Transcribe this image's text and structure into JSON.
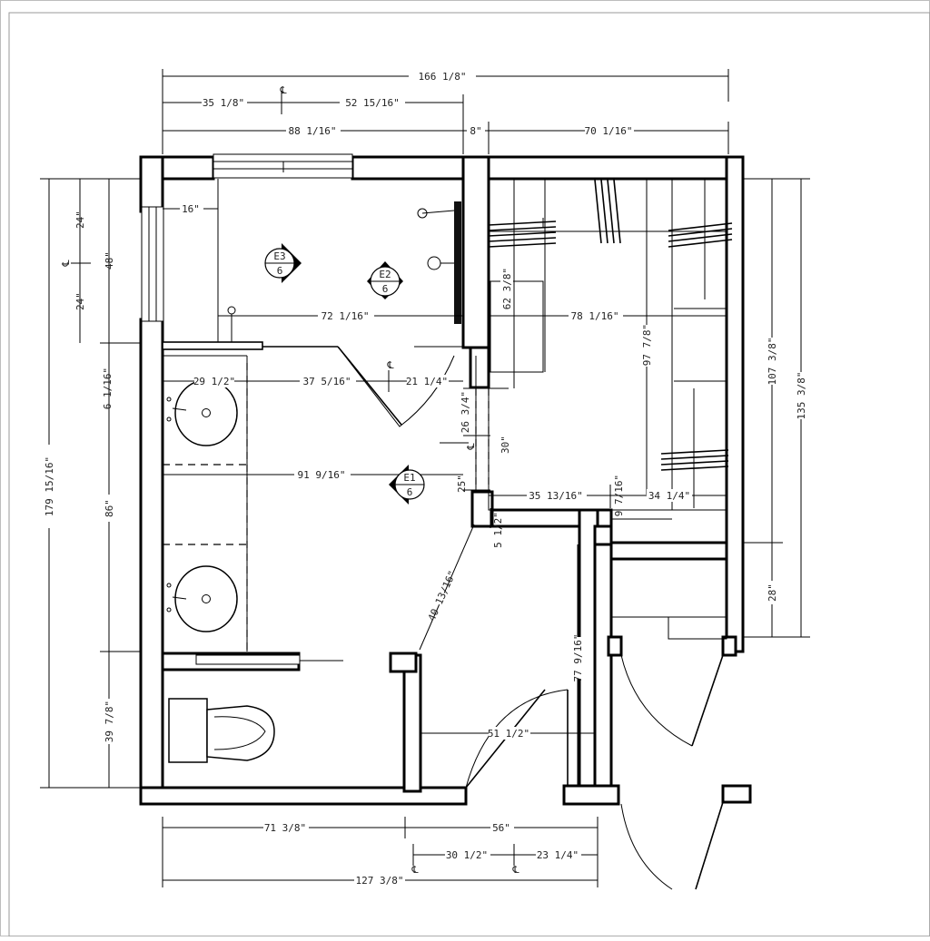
{
  "drawing": {
    "type": "bathroom and closet floor plan",
    "centerline_symbol": "℄",
    "elevation_markers": [
      {
        "id": "E3",
        "sheet": "6"
      },
      {
        "id": "E2",
        "sheet": "6"
      },
      {
        "id": "E1",
        "sheet": "6"
      }
    ],
    "dimensions": {
      "top_overall": "166 1/8\"",
      "top_left_a": "35 1/8\"",
      "top_left_b": "52 15/16\"",
      "top_row2_a": "88 1/16\"",
      "top_row2_b": "8\"",
      "top_row2_c": "70 1/16\"",
      "window_offset": "16\"",
      "left_24_top": "24\"",
      "left_48": "48\"",
      "left_24_bottom": "24\"",
      "left_overall": "179 15/16\"",
      "left_6": "6 1/16\"",
      "left_86": "86\"",
      "left_39": "39 7/8\"",
      "shower_width": "72 1/16\"",
      "closet_width": "78 1/16\"",
      "closet_62": "62 3/8\"",
      "closet_97": "97 7/8\"",
      "vanity_29": "29 1/2\"",
      "vanity_37": "37 5/16\"",
      "vanity_21": "21 1/4\"",
      "v_26": "26 3/4\"",
      "v_30": "30\"",
      "v_25": "25\"",
      "mid_91": "91 9/16\"",
      "closet_35": "35 13/16\"",
      "closet_9": "9 7/16\"",
      "closet_34": "34 1/4\"",
      "small_5": "5 1/2\"",
      "diag_40": "40 13/16\"",
      "hall_77": "77 9/16\"",
      "hall_51": "51 1/2\"",
      "right_107": "107 3/8\"",
      "right_135": "135 3/8\"",
      "right_28": "28\"",
      "bottom_71": "71 3/8\"",
      "bottom_56": "56\"",
      "bottom_30": "30 1/2\"",
      "bottom_23": "23 1/4\"",
      "bottom_overall": "127 3/8\""
    }
  }
}
